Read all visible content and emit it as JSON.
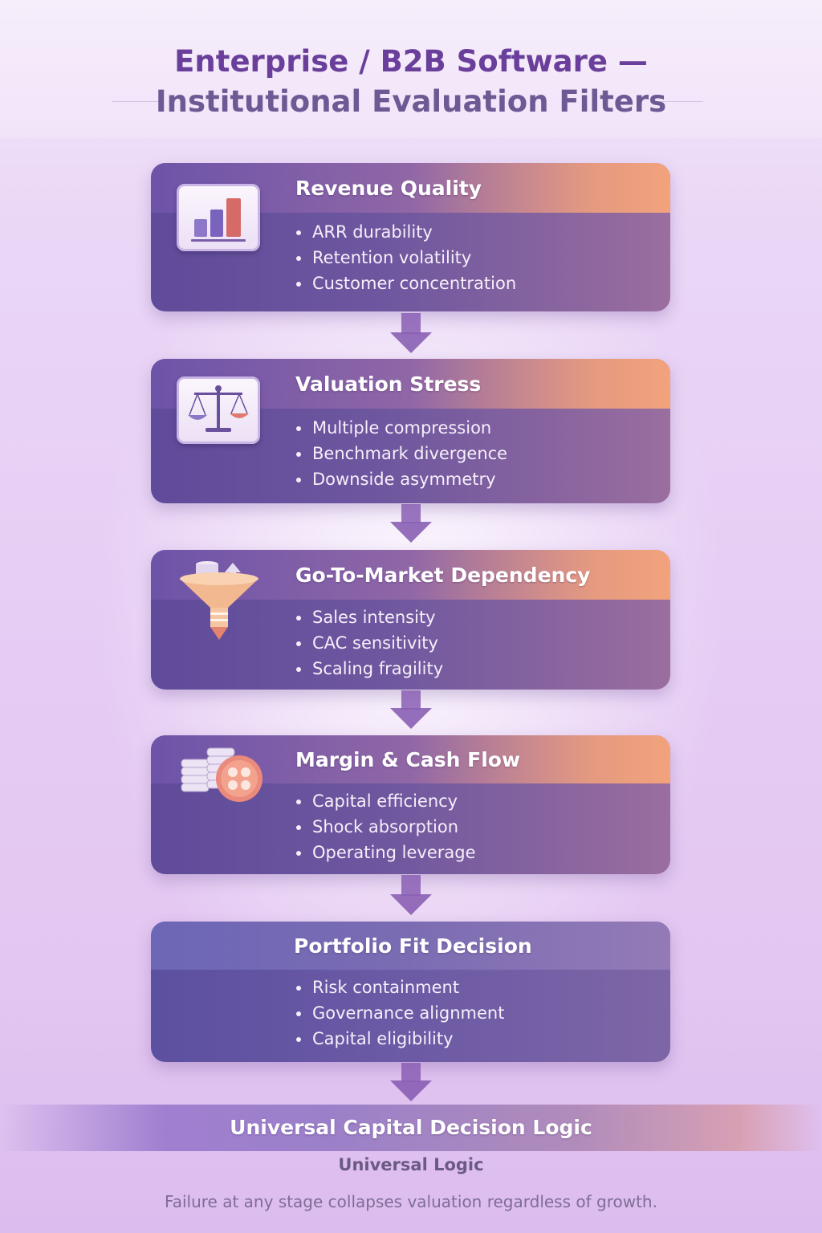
{
  "title": {
    "line1": "Enterprise / B2B Software —",
    "line2": "Institutional Evaluation Filters"
  },
  "stages": [
    {
      "title": "Revenue Quality",
      "icon": "bar-chart-icon",
      "bullets": [
        "ARR durability",
        "Retention volatility",
        "Customer concentration"
      ]
    },
    {
      "title": "Valuation Stress",
      "icon": "balance-scale-icon",
      "bullets": [
        "Multiple compression",
        "Benchmark divergence",
        "Downside asymmetry"
      ]
    },
    {
      "title": "Go-To-Market Dependency",
      "icon": "funnel-icon",
      "bullets": [
        "Sales intensity",
        "CAC sensitivity",
        "Scaling fragility"
      ]
    },
    {
      "title": "Margin & Cash Flow",
      "icon": "coins-icon",
      "bullets": [
        "Capital efficiency",
        "Shock absorption",
        "Operating leverage"
      ]
    },
    {
      "title": "Portfolio Fit Decision",
      "bullets": [
        "Risk containment",
        "Governance alignment",
        "Capital eligibility"
      ]
    }
  ],
  "footer": {
    "title": "Universal Capital Decision Logic",
    "subtitle": "Universal Logic",
    "note": "Failure at any stage collapses valuation regardless of growth."
  },
  "colors": {
    "title_primary": "#6a3f9b",
    "title_secondary": "#6b5a93",
    "card_body": "#6e579f",
    "card_header_accent": "#f2a37c",
    "arrow": "#8a5fb4"
  }
}
